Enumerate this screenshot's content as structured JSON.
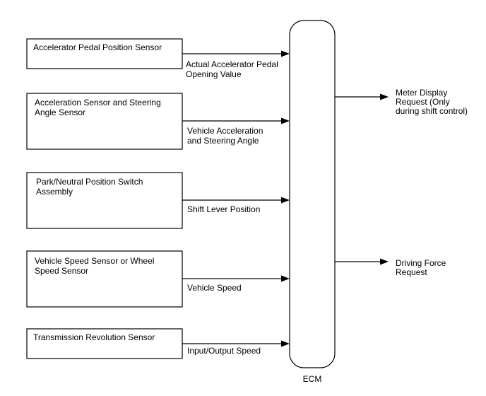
{
  "sensors": [
    {
      "lines": [
        "Accelerator Pedal Position Sensor"
      ]
    },
    {
      "lines": [
        "Acceleration Sensor and Steering",
        "Angle Sensor"
      ]
    },
    {
      "lines": [
        "Park/Neutral Position Switch",
        "Assembly"
      ]
    },
    {
      "lines": [
        "Vehicle Speed Sensor or Wheel",
        "Speed Sensor"
      ]
    },
    {
      "lines": [
        "Transmission Revolution Sensor"
      ]
    }
  ],
  "signals": [
    {
      "lines": [
        "Actual Accelerator Pedal",
        "Opening Value"
      ]
    },
    {
      "lines": [
        "Vehicle Acceleration",
        "and Steering Angle"
      ]
    },
    {
      "lines": [
        "Shift Lever Position"
      ]
    },
    {
      "lines": [
        "Vehicle Speed"
      ]
    },
    {
      "lines": [
        "Input/Output Speed"
      ]
    }
  ],
  "outputs": [
    {
      "lines": [
        "Meter Display",
        "Request (Only",
        "during shift control)"
      ]
    },
    {
      "lines": [
        "Driving Force",
        "Request"
      ]
    }
  ],
  "ecm_label": "ECM"
}
